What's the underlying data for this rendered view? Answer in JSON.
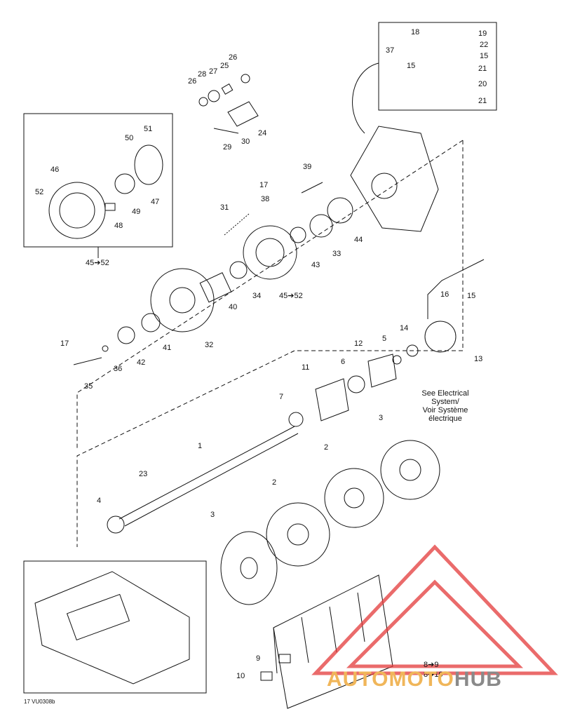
{
  "diagram": {
    "callouts": [
      {
        "id": "c18a",
        "text": "18"
      },
      {
        "id": "c19",
        "text": "19"
      },
      {
        "id": "c37",
        "text": "37"
      },
      {
        "id": "c22",
        "text": "22"
      },
      {
        "id": "c15a",
        "text": "15"
      },
      {
        "id": "c15b",
        "text": "15"
      },
      {
        "id": "c21a",
        "text": "21"
      },
      {
        "id": "c20",
        "text": "20"
      },
      {
        "id": "c21b",
        "text": "21"
      },
      {
        "id": "c26a",
        "text": "26"
      },
      {
        "id": "c26b",
        "text": "26"
      },
      {
        "id": "c27",
        "text": "27"
      },
      {
        "id": "c25",
        "text": "25"
      },
      {
        "id": "c28",
        "text": "28"
      },
      {
        "id": "c24",
        "text": "24"
      },
      {
        "id": "c29",
        "text": "29"
      },
      {
        "id": "c30",
        "text": "30"
      },
      {
        "id": "c51",
        "text": "51"
      },
      {
        "id": "c50",
        "text": "50"
      },
      {
        "id": "c46",
        "text": "46"
      },
      {
        "id": "c52",
        "text": "52"
      },
      {
        "id": "c47",
        "text": "47"
      },
      {
        "id": "c49",
        "text": "49"
      },
      {
        "id": "c48",
        "text": "48"
      },
      {
        "id": "c4552a",
        "text": "45➔52"
      },
      {
        "id": "c39",
        "text": "39"
      },
      {
        "id": "c17a",
        "text": "17"
      },
      {
        "id": "c38",
        "text": "38"
      },
      {
        "id": "c31",
        "text": "31"
      },
      {
        "id": "c44",
        "text": "44"
      },
      {
        "id": "c33",
        "text": "33"
      },
      {
        "id": "c43",
        "text": "43"
      },
      {
        "id": "c4552b",
        "text": "45➔52"
      },
      {
        "id": "c34",
        "text": "34"
      },
      {
        "id": "c40",
        "text": "40"
      },
      {
        "id": "c32",
        "text": "32"
      },
      {
        "id": "c41",
        "text": "41"
      },
      {
        "id": "c42",
        "text": "42"
      },
      {
        "id": "c17b",
        "text": "17"
      },
      {
        "id": "c36",
        "text": "36"
      },
      {
        "id": "c35",
        "text": "35"
      },
      {
        "id": "c16",
        "text": "16"
      },
      {
        "id": "c15c",
        "text": "15"
      },
      {
        "id": "c14",
        "text": "14"
      },
      {
        "id": "c13",
        "text": "13"
      },
      {
        "id": "c5",
        "text": "5"
      },
      {
        "id": "c12",
        "text": "12"
      },
      {
        "id": "c6",
        "text": "6"
      },
      {
        "id": "c11",
        "text": "11"
      },
      {
        "id": "c7",
        "text": "7"
      },
      {
        "id": "c1",
        "text": "1"
      },
      {
        "id": "c23",
        "text": "23"
      },
      {
        "id": "c4",
        "text": "4"
      },
      {
        "id": "c3a",
        "text": "3"
      },
      {
        "id": "c2a",
        "text": "2"
      },
      {
        "id": "c2b",
        "text": "2"
      },
      {
        "id": "c3b",
        "text": "3"
      },
      {
        "id": "c9",
        "text": "9"
      },
      {
        "id": "c10",
        "text": "10"
      },
      {
        "id": "c89",
        "text": "8➔9"
      },
      {
        "id": "c810",
        "text": "8➔10"
      }
    ],
    "electrical_note": [
      "See Electrical",
      "System/",
      "Voir Système",
      "électrique"
    ],
    "reference_code": "17 VU0308b"
  },
  "watermark": {
    "word_auto": "AUTO",
    "word_moto": "MOTO",
    "word_hub": "HUB",
    "colors": {
      "auto": "#f0b65a",
      "moto": "#f0b65a",
      "hub": "#8a8a8a",
      "triangle": "#e43a3a"
    }
  }
}
